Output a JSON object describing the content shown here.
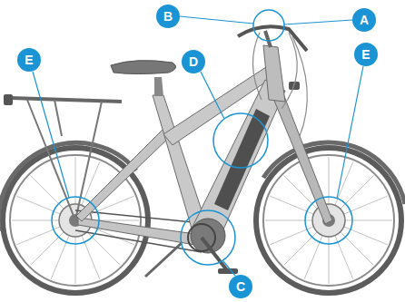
{
  "diagram": {
    "labels": [
      "B",
      "A",
      "E",
      "D",
      "E",
      "C"
    ]
  }
}
